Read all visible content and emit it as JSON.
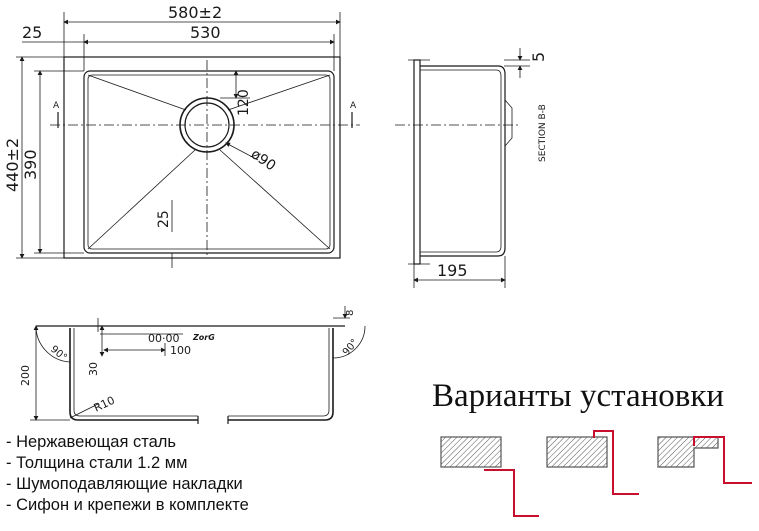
{
  "top_view": {
    "dim_total_width": "580±2",
    "dim_inner_width": "530",
    "dim_flange": "25",
    "dim_total_height": "440±2",
    "dim_inner_height": "390",
    "dim_drain_offset": "120",
    "dim_drain_diameter": "ø90",
    "dim_corner_offset": "25",
    "section_marker": "A"
  },
  "section_view": {
    "label": "SECTION  B-B",
    "dim_flange_thickness": "5",
    "dim_depth": "195"
  },
  "front_view": {
    "dim_depth": "200",
    "dim_lip": "8",
    "dim_angle": "90°",
    "dim_overflow_height": "30",
    "dim_overflow_spacing": "100",
    "dim_radius": "R10",
    "overflow_marks": "00·00",
    "brand_logo": "ZorG"
  },
  "installation": {
    "title": "Варианты установки",
    "accent_color": "#c8102e"
  },
  "features": [
    "- Нержавеющая сталь",
    "- Толщина стали 1.2 мм",
    "- Шумоподавляющие накладки",
    "- Сифон и крепежи в комплекте"
  ]
}
